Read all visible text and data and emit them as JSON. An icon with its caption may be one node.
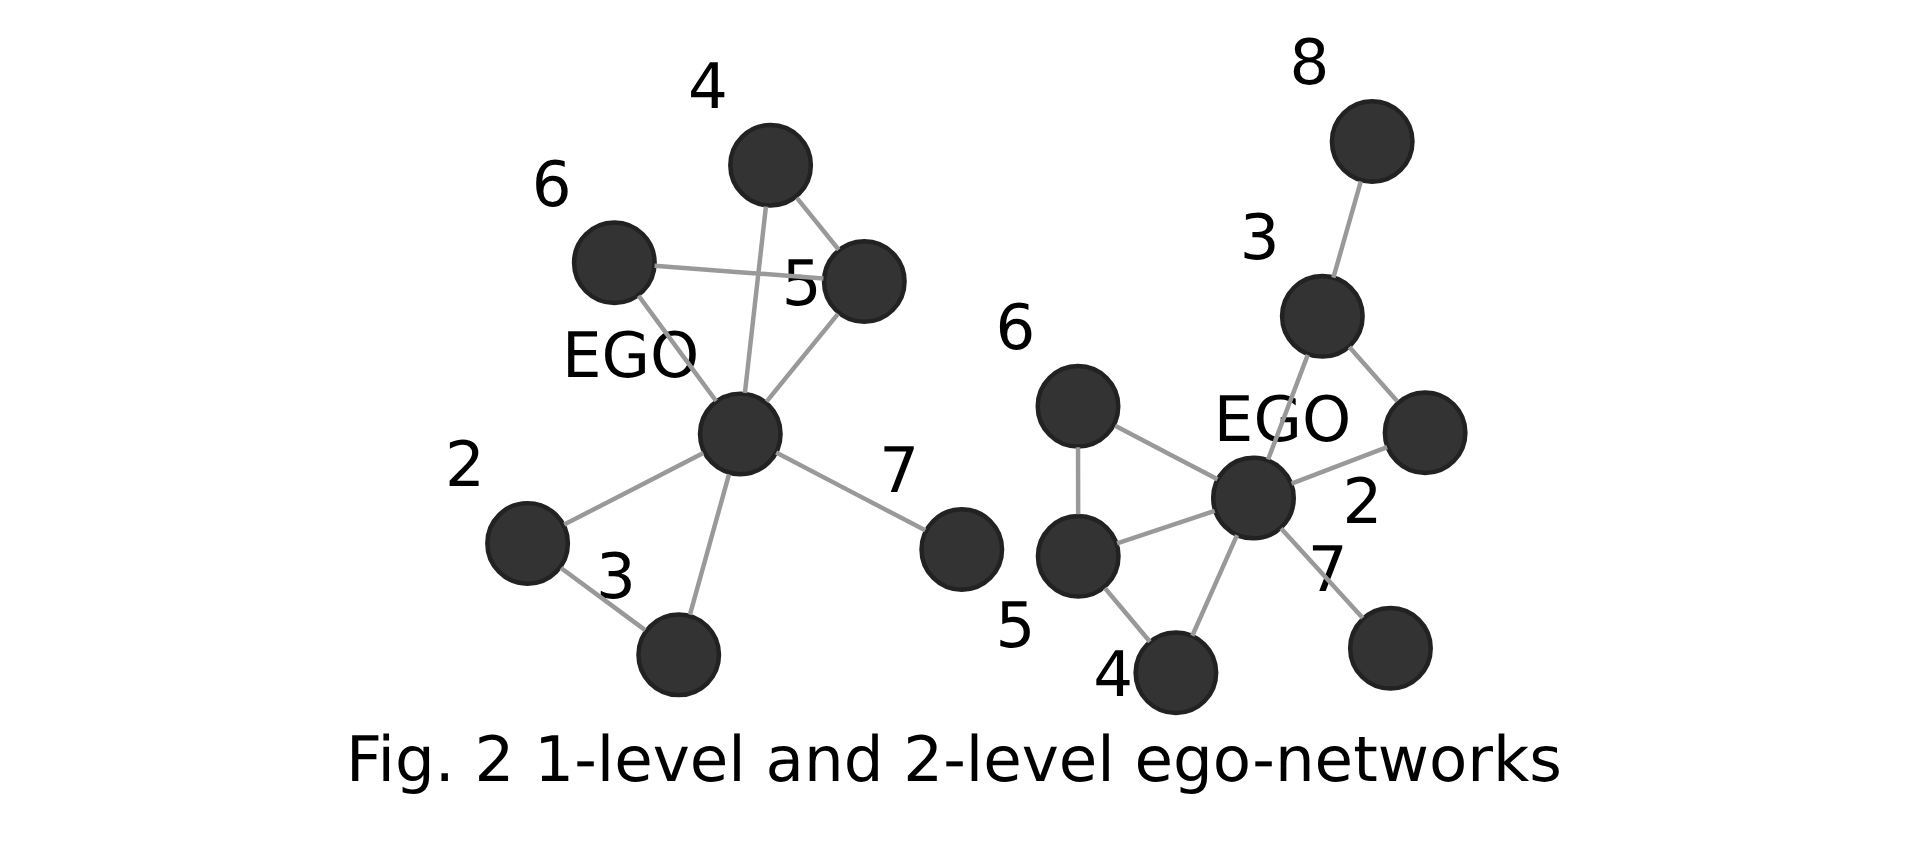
{
  "diagram": {
    "caption": "Fig. 2 1-level and 2-level ego-networks",
    "nodes": [
      {
        "text": [],
        "shape": "circle",
        "beside": [
          "6"
        ]
      },
      {
        "text": [],
        "shape": "circle",
        "beside": [
          "5"
        ]
      },
      {
        "text": [],
        "shape": "circle",
        "beside": [
          "7"
        ]
      },
      {
        "text": [],
        "shape": "circle",
        "beside": [
          "EGO"
        ]
      },
      {
        "text": [],
        "shape": "circle",
        "beside": [
          "3"
        ]
      },
      {
        "text": [],
        "shape": "circle",
        "beside": [
          "4"
        ]
      },
      {
        "text": [],
        "shape": "circle",
        "beside": [
          "2"
        ]
      },
      {
        "text": [],
        "shape": "circle",
        "beside": [
          "6"
        ]
      },
      {
        "text": [],
        "shape": "circle",
        "beside": [
          "5"
        ]
      },
      {
        "text": [],
        "shape": "circle",
        "beside": [
          "7"
        ]
      },
      {
        "text": [],
        "shape": "circle",
        "beside": [
          "EGO"
        ]
      },
      {
        "text": [],
        "shape": "circle",
        "beside": [
          "3"
        ]
      },
      {
        "text": [],
        "shape": "circle",
        "beside": [
          "8"
        ]
      },
      {
        "text": [],
        "shape": "circle",
        "beside": [
          "4"
        ]
      },
      {
        "text": [],
        "shape": "circle",
        "beside": [
          "2"
        ]
      }
    ],
    "edges": [
      {
        "from": 0,
        "to": 1,
        "arrow": "none"
      },
      {
        "from": 0,
        "to": 3,
        "arrow": "none"
      },
      {
        "from": 1,
        "to": 3,
        "arrow": "none"
      },
      {
        "from": 1,
        "to": 5,
        "arrow": "none"
      },
      {
        "from": 2,
        "to": 3,
        "arrow": "none"
      },
      {
        "from": 3,
        "to": 5,
        "arrow": "none"
      },
      {
        "from": 3,
        "to": 4,
        "arrow": "none"
      },
      {
        "from": 3,
        "to": 6,
        "arrow": "none"
      },
      {
        "from": 4,
        "to": 6,
        "arrow": "none"
      },
      {
        "from": 7,
        "to": 8,
        "arrow": "none"
      },
      {
        "from": 7,
        "to": 10,
        "arrow": "none"
      },
      {
        "from": 8,
        "to": 10,
        "arrow": "none"
      },
      {
        "from": 8,
        "to": 13,
        "arrow": "none"
      },
      {
        "from": 9,
        "to": 10,
        "arrow": "none"
      },
      {
        "from": 10,
        "to": 13,
        "arrow": "none"
      },
      {
        "from": 10,
        "to": 11,
        "arrow": "none"
      },
      {
        "from": 10,
        "to": 14,
        "arrow": "none"
      },
      {
        "from": 11,
        "to": 14,
        "arrow": "none"
      },
      {
        "from": 11,
        "to": 12,
        "arrow": "none"
      }
    ]
  }
}
